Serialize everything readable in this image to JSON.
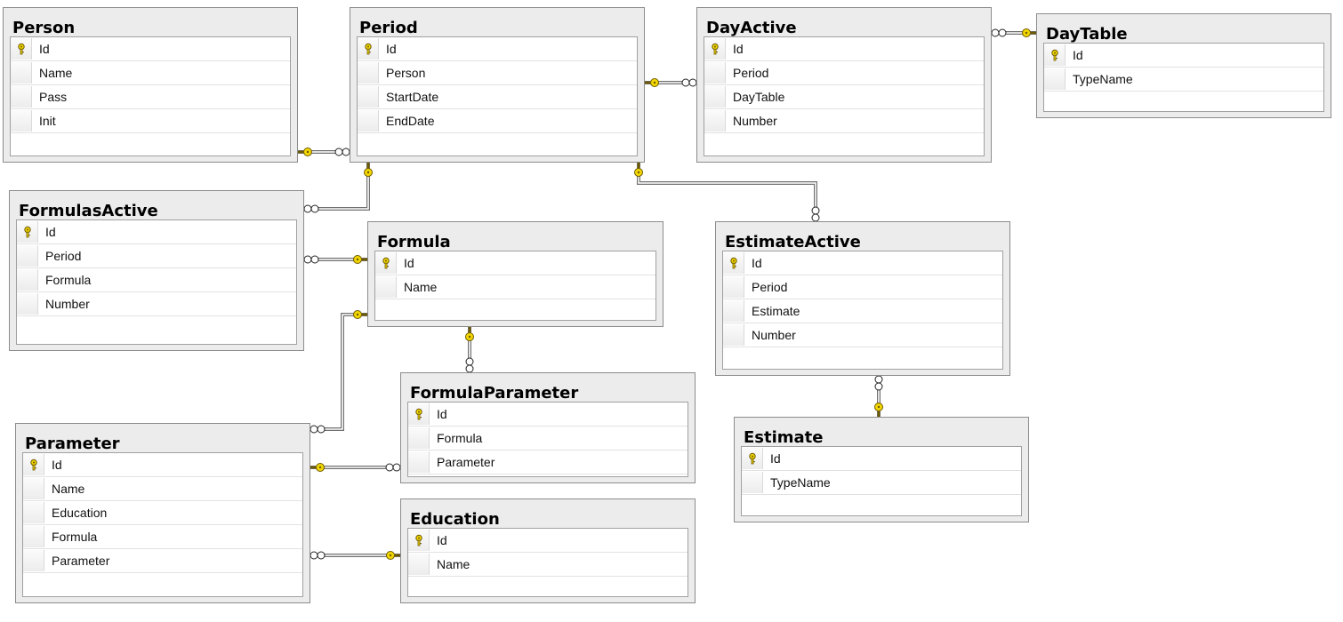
{
  "tables": [
    {
      "id": "person",
      "title": "Person",
      "fields": [
        {
          "name": "Id",
          "pk": true
        },
        {
          "name": "Name"
        },
        {
          "name": "Pass"
        },
        {
          "name": "Init"
        }
      ]
    },
    {
      "id": "period",
      "title": "Period",
      "fields": [
        {
          "name": "Id",
          "pk": true
        },
        {
          "name": "Person"
        },
        {
          "name": "StartDate"
        },
        {
          "name": "EndDate"
        }
      ]
    },
    {
      "id": "dayactive",
      "title": "DayActive",
      "fields": [
        {
          "name": "Id",
          "pk": true
        },
        {
          "name": "Period"
        },
        {
          "name": "DayTable"
        },
        {
          "name": "Number"
        }
      ]
    },
    {
      "id": "daytable",
      "title": "DayTable",
      "fields": [
        {
          "name": "Id",
          "pk": true
        },
        {
          "name": "TypeName"
        }
      ]
    },
    {
      "id": "formulasactive",
      "title": "FormulasActive",
      "fields": [
        {
          "name": "Id",
          "pk": true
        },
        {
          "name": "Period"
        },
        {
          "name": "Formula"
        },
        {
          "name": "Number"
        }
      ]
    },
    {
      "id": "formula",
      "title": "Formula",
      "fields": [
        {
          "name": "Id",
          "pk": true
        },
        {
          "name": "Name"
        }
      ]
    },
    {
      "id": "estimateactive",
      "title": "EstimateActive",
      "fields": [
        {
          "name": "Id",
          "pk": true
        },
        {
          "name": "Period"
        },
        {
          "name": "Estimate"
        },
        {
          "name": "Number"
        }
      ]
    },
    {
      "id": "formulaparameter",
      "title": "FormulaParameter",
      "fields": [
        {
          "name": "Id",
          "pk": true
        },
        {
          "name": "Formula"
        },
        {
          "name": "Parameter"
        }
      ]
    },
    {
      "id": "parameter",
      "title": "Parameter",
      "fields": [
        {
          "name": "Id",
          "pk": true
        },
        {
          "name": "Name"
        },
        {
          "name": "Education"
        },
        {
          "name": "Formula"
        },
        {
          "name": "Parameter"
        }
      ]
    },
    {
      "id": "estimate",
      "title": "Estimate",
      "fields": [
        {
          "name": "Id",
          "pk": true
        },
        {
          "name": "TypeName"
        }
      ]
    },
    {
      "id": "education",
      "title": "Education",
      "fields": [
        {
          "name": "Id",
          "pk": true
        },
        {
          "name": "Name"
        }
      ]
    }
  ],
  "relationships": [
    {
      "from": "period",
      "to": "person",
      "one_end": "person",
      "many_end": "period"
    },
    {
      "from": "dayactive",
      "to": "period",
      "one_end": "period",
      "many_end": "dayactive"
    },
    {
      "from": "dayactive",
      "to": "daytable",
      "one_end": "daytable",
      "many_end": "dayactive"
    },
    {
      "from": "formulasactive",
      "to": "period",
      "one_end": "period",
      "many_end": "formulasactive"
    },
    {
      "from": "estimateactive",
      "to": "period",
      "one_end": "period",
      "many_end": "estimateactive"
    },
    {
      "from": "formulasactive",
      "to": "formula",
      "one_end": "formula",
      "many_end": "formulasactive"
    },
    {
      "from": "parameter",
      "to": "formula",
      "one_end": "formula",
      "many_end": "parameter"
    },
    {
      "from": "formulaparameter",
      "to": "formula",
      "one_end": "formula",
      "many_end": "formulaparameter"
    },
    {
      "from": "formulaparameter",
      "to": "parameter",
      "one_end": "parameter",
      "many_end": "formulaparameter"
    },
    {
      "from": "estimateactive",
      "to": "estimate",
      "one_end": "estimate",
      "many_end": "estimateactive"
    },
    {
      "from": "parameter",
      "to": "education",
      "one_end": "education",
      "many_end": "parameter"
    }
  ],
  "colors": {
    "key_icon": "#f2d600",
    "connector": "#707070",
    "panel": "#ececec",
    "border": "#8c8c8c"
  }
}
